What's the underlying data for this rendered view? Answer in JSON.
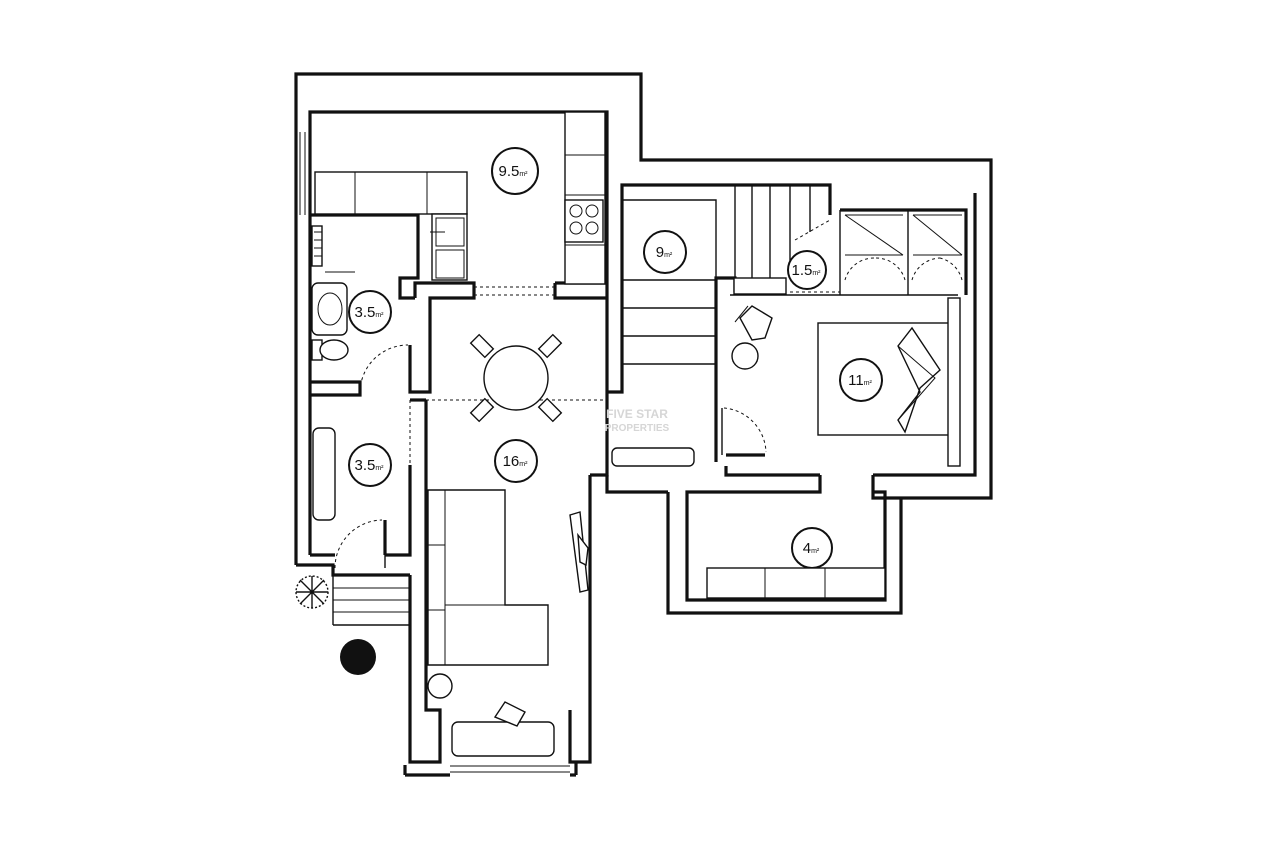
{
  "floorplan": {
    "rooms": [
      {
        "id": "kitchen",
        "area": "9.5",
        "unit": "m²"
      },
      {
        "id": "bathroom-upper",
        "area": "3.5",
        "unit": "m²"
      },
      {
        "id": "bathroom-lower",
        "area": "3.5",
        "unit": "m²"
      },
      {
        "id": "stair-hall",
        "area": "9",
        "unit": "m²"
      },
      {
        "id": "closet",
        "area": "1.5",
        "unit": "m²"
      },
      {
        "id": "bedroom",
        "area": "11",
        "unit": "m²"
      },
      {
        "id": "living-dining",
        "area": "16",
        "unit": "m²"
      },
      {
        "id": "balcony",
        "area": "4",
        "unit": "m²"
      }
    ],
    "watermark": {
      "line1": "FIVE STAR",
      "line2": "PROPERTIES"
    }
  }
}
